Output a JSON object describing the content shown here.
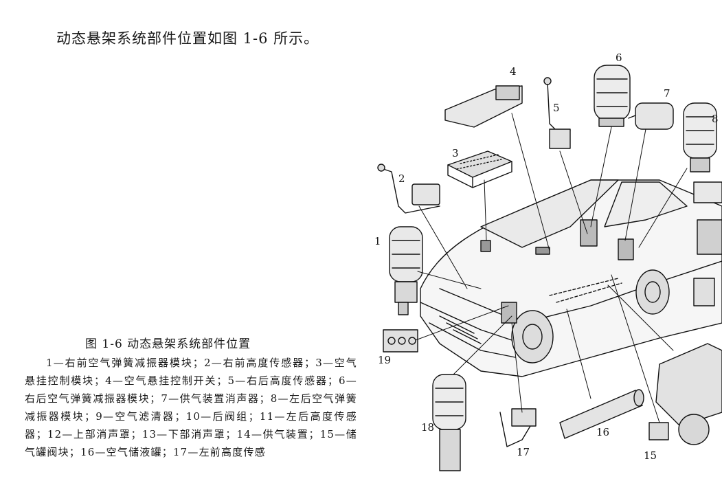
{
  "intro_text": "动态悬架系统部件位置如图 1-6 所示。",
  "figure": {
    "caption": "图 1-6  动态悬架系统部件位置",
    "legend_text": "1—右前空气弹簧减振器模块；2—右前高度传感器；3—空气悬挂控制模块；4—空气悬挂控制开关；5—右后高度传感器；6—右后空气弹簧减振器模块；7—供气装置消声器；8—左后空气弹簧减振器模块；9—空气滤清器；10—后阀组；11—左后高度传感器；12—上部消声罩；13—下部消声罩；14—供气装置；15—储气罐阀块；16—空气储液罐；17—左前高度传感",
    "callouts": [
      "1",
      "2",
      "3",
      "4",
      "5",
      "6",
      "7",
      "8",
      "15",
      "16",
      "17",
      "18",
      "19"
    ]
  }
}
